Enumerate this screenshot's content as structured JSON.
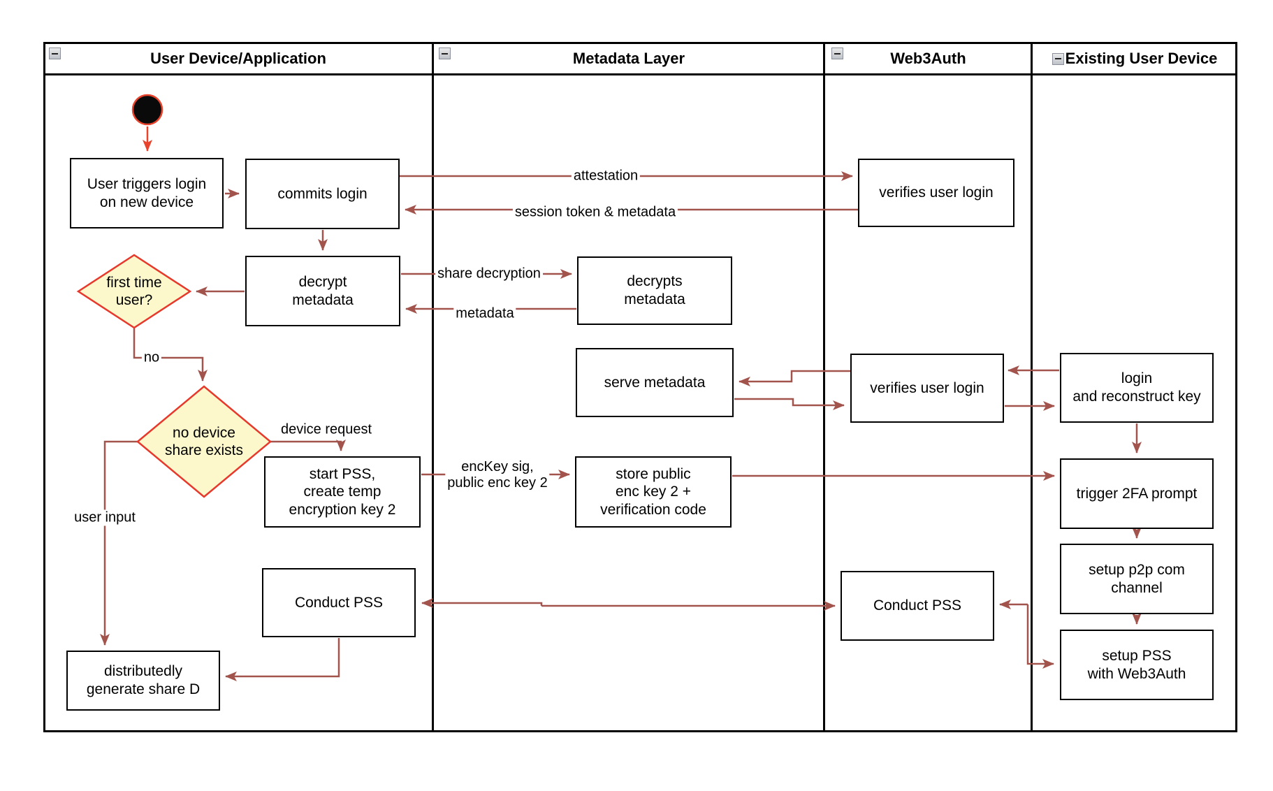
{
  "lanes": [
    {
      "title": "User Device/Application"
    },
    {
      "title": "Metadata Layer"
    },
    {
      "title": "Web3Auth"
    },
    {
      "title": "Existing User Device"
    }
  ],
  "nodes": {
    "user_triggers": "User triggers login\non new device",
    "commits_login": "commits login",
    "decrypt_metadata": "decrypt\nmetadata",
    "first_time_user": "first time\nuser?",
    "no_device_share": "no device\nshare exists",
    "start_pss": "start PSS,\ncreate temp\nencryption key 2",
    "conduct_pss_left": "Conduct PSS",
    "generate_share": "distributedly\ngenerate share D",
    "decrypts_metadata": "decrypts\nmetadata",
    "serve_metadata": "serve metadata",
    "store_public": "store public\nenc key 2 +\nverification code",
    "verifies_login_1": "verifies user login",
    "verifies_login_2": "verifies user login",
    "conduct_pss_right": "Conduct PSS",
    "login_reconstruct": "login\nand reconstruct key",
    "trigger_2fa": "trigger 2FA prompt",
    "setup_p2p": "setup p2p com\nchannel",
    "setup_pss": "setup PSS\nwith Web3Auth"
  },
  "edge_labels": {
    "attestation": "attestation",
    "session_token": "session token & metadata",
    "share_decryption": "share decryption",
    "metadata": "metadata",
    "no": "no",
    "device_request": "device request",
    "enckey_sig": "encKey sig,\npublic enc key 2",
    "user_input": "user input"
  },
  "colors": {
    "connector": "#a1534c",
    "accent_red": "#e8432d",
    "decision_fill": "#fcf8cc",
    "decision_stroke": "#e6392c",
    "line_black": "#000000"
  }
}
